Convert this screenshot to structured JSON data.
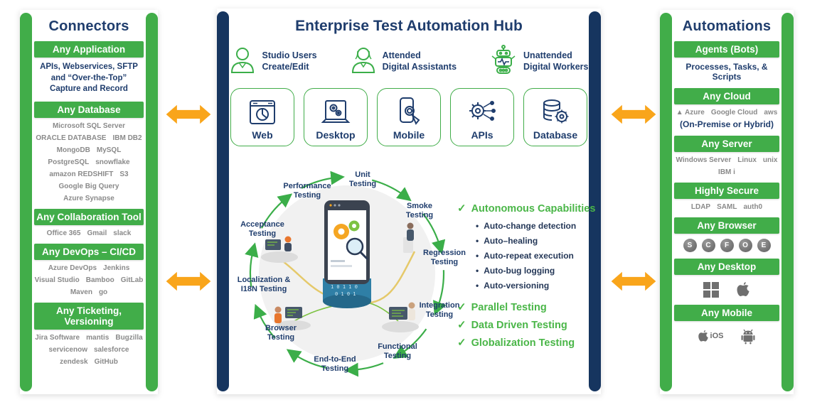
{
  "colors": {
    "navy": "#1F3D6D",
    "bar_navy": "#16355F",
    "green": "#41AD49",
    "green_text": "#4AB648",
    "yellow": "#F9A51B",
    "logo_gray": "#8a8a8a"
  },
  "connectors": {
    "title": "Connectors",
    "any_application": {
      "header": "Any Application",
      "description": "APIs, Webservices, SFTP\nand “Over-the-Top”\nCapture and Record"
    },
    "any_database": {
      "header": "Any Database",
      "logos": [
        "Microsoft SQL Server",
        "ORACLE DATABASE",
        "IBM DB2",
        "MongoDB",
        "MySQL",
        "PostgreSQL",
        "snowflake",
        "amazon REDSHIFT",
        "S3",
        "Google Big Query",
        "Azure Synapse"
      ]
    },
    "any_collaboration": {
      "header": "Any Collaboration Tool",
      "logos": [
        "Office 365",
        "Gmail",
        "slack"
      ]
    },
    "any_devops": {
      "header": "Any DevOps – CI/CD",
      "logos": [
        "Azure DevOps",
        "Jenkins",
        "Visual Studio",
        "Bamboo",
        "GitLab",
        "Maven",
        "go"
      ]
    },
    "any_ticketing": {
      "header": "Any Ticketing, Versioning",
      "logos": [
        "Jira Software",
        "mantis",
        "Bugzilla",
        "servicenow",
        "salesforce",
        "zendesk",
        "GitHub"
      ]
    }
  },
  "hub": {
    "title": "Enterprise Test Automation Hub",
    "personas": [
      {
        "label": "Studio Users\nCreate/Edit",
        "icon": "user-icon"
      },
      {
        "label": "Attended\nDigital Assistants",
        "icon": "assistant-icon"
      },
      {
        "label": "Unattended\nDigital Workers",
        "icon": "robot-icon"
      }
    ],
    "channels": [
      "Web",
      "Desktop",
      "Mobile",
      "APIs",
      "Database"
    ],
    "cycle": [
      "Unit\nTesting",
      "Smoke\nTesting",
      "Regression\nTesting",
      "Integration\nTesting",
      "Functional\nTesting",
      "End-to-End\nTesting",
      "Browser\nTesting",
      "Localization &\nI18N Testing",
      "Acceptance\nTesting",
      "Performance\nTesting"
    ],
    "capabilities": {
      "check": "✓",
      "heading": "Autonomous Capabilities",
      "items": [
        "Auto-change detection",
        "Auto–healing",
        "Auto-repeat execution",
        "Auto-bug logging",
        "Auto-versioning"
      ],
      "extras": [
        "Parallel Testing",
        "Data Driven Testing",
        "Globalization Testing"
      ]
    }
  },
  "automations": {
    "title": "Automations",
    "agents": {
      "header": "Agents (Bots)",
      "subtext": "Processes, Tasks, & Scripts"
    },
    "any_cloud": {
      "header": "Any Cloud",
      "logos": [
        "▲ Azure",
        "Google Cloud",
        "aws"
      ],
      "subtext": "(On-Premise or Hybrid)"
    },
    "any_server": {
      "header": "Any Server",
      "logos": [
        "Windows Server",
        "Linux",
        "unix",
        "IBM i"
      ]
    },
    "highly_secure": {
      "header": "Highly Secure",
      "logos": [
        "LDAP",
        "SAML",
        "auth0"
      ]
    },
    "any_browser": {
      "header": "Any Browser",
      "browsers": [
        {
          "name": "Safari",
          "letter": "S"
        },
        {
          "name": "Chrome",
          "letter": "C"
        },
        {
          "name": "Firefox",
          "letter": "F"
        },
        {
          "name": "Opera",
          "letter": "O"
        },
        {
          "name": "Edge",
          "letter": "E"
        }
      ]
    },
    "any_desktop": {
      "header": "Any Desktop",
      "platforms": [
        "Windows",
        "macOS"
      ]
    },
    "any_mobile": {
      "header": "Any Mobile",
      "ios_label": "iOS",
      "platforms": [
        "iOS",
        "Android"
      ]
    }
  }
}
